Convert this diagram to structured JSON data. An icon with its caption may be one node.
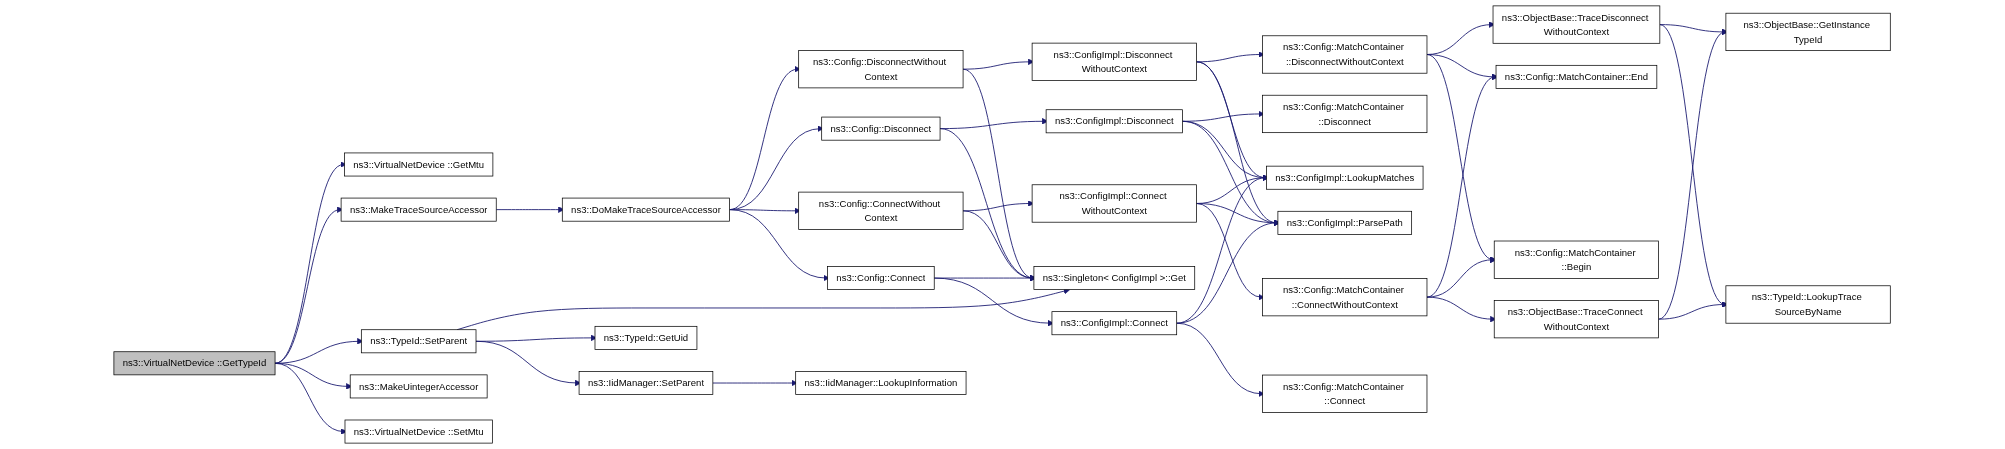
{
  "diagram": {
    "nodes": [
      {
        "text": [
          "ns3::VirtualNetDevice ::GetTypeId"
        ]
      },
      {
        "text": [
          "ns3::VirtualNetDevice ::GetMtu"
        ]
      },
      {
        "text": [
          "ns3::MakeTraceSourceAccessor"
        ]
      },
      {
        "text": [
          "ns3::TypeId::SetParent"
        ]
      },
      {
        "text": [
          "ns3::MakeUintegerAccessor"
        ]
      },
      {
        "text": [
          "ns3::VirtualNetDevice ::SetMtu"
        ]
      },
      {
        "text": [
          "ns3::DoMakeTraceSourceAccessor"
        ]
      },
      {
        "text": [
          "ns3::TypeId::GetUid"
        ]
      },
      {
        "text": [
          "ns3::IidManager::SetParent"
        ]
      },
      {
        "text": [
          "ns3::Config::DisconnectWithout Context"
        ]
      },
      {
        "text": [
          "ns3::Config::Disconnect"
        ]
      },
      {
        "text": [
          "ns3::Config::ConnectWithout Context"
        ]
      },
      {
        "text": [
          "ns3::Config::Connect"
        ]
      },
      {
        "text": [
          "ns3::IidManager::LookupInformation"
        ]
      },
      {
        "text": [
          "ns3::ConfigImpl::Disconnect WithoutContext"
        ]
      },
      {
        "text": [
          "ns3::ConfigImpl::Disconnect"
        ]
      },
      {
        "text": [
          "ns3::ConfigImpl::Connect WithoutContext"
        ]
      },
      {
        "text": [
          "ns3::Singleton< ConfigImpl >::Get"
        ]
      },
      {
        "text": [
          "ns3::ConfigImpl::Connect"
        ]
      },
      {
        "text": [
          "ns3::Config::MatchContainer ::DisconnectWithoutContext"
        ]
      },
      {
        "text": [
          "ns3::Config::MatchContainer ::Disconnect"
        ]
      },
      {
        "text": [
          "ns3::ConfigImpl::LookupMatches"
        ]
      },
      {
        "text": [
          "ns3::ConfigImpl::ParsePath"
        ]
      },
      {
        "text": [
          "ns3::Config::MatchContainer ::ConnectWithoutContext"
        ]
      },
      {
        "text": [
          "ns3::Config::MatchContainer ::Connect"
        ]
      },
      {
        "text": [
          "ns3::ObjectBase::TraceDisconnect WithoutContext"
        ]
      },
      {
        "text": [
          "ns3::Config::MatchContainer::End"
        ]
      },
      {
        "text": [
          "ns3::Config::MatchContainer ::Begin"
        ]
      },
      {
        "text": [
          "ns3::ObjectBase::TraceConnect WithoutContext"
        ]
      },
      {
        "text": [
          "ns3::ObjectBase::GetInstance TypeId"
        ]
      },
      {
        "text": [
          "ns3::TypeId::LookupTrace SourceByName"
        ]
      }
    ],
    "edges": [
      {
        "from": 0,
        "to": 1,
        "arrow": "to"
      },
      {
        "from": 0,
        "to": 2,
        "arrow": "to"
      },
      {
        "from": 0,
        "to": 3,
        "arrow": "to"
      },
      {
        "from": 0,
        "to": 4,
        "arrow": "to"
      },
      {
        "from": 0,
        "to": 5,
        "arrow": "to"
      },
      {
        "from": 2,
        "to": 6,
        "arrow": "to"
      },
      {
        "from": 3,
        "to": 17,
        "arrow": "to"
      },
      {
        "from": 3,
        "to": 7,
        "arrow": "to"
      },
      {
        "from": 3,
        "to": 8,
        "arrow": "to"
      },
      {
        "from": 6,
        "to": 9,
        "arrow": "to"
      },
      {
        "from": 6,
        "to": 10,
        "arrow": "to"
      },
      {
        "from": 6,
        "to": 11,
        "arrow": "to"
      },
      {
        "from": 6,
        "to": 12,
        "arrow": "to"
      },
      {
        "from": 8,
        "to": 13,
        "arrow": "to"
      },
      {
        "from": 9,
        "to": 14,
        "arrow": "to"
      },
      {
        "from": 9,
        "to": 17,
        "arrow": "to"
      },
      {
        "from": 10,
        "to": 15,
        "arrow": "to"
      },
      {
        "from": 10,
        "to": 17,
        "arrow": "to"
      },
      {
        "from": 11,
        "to": 16,
        "arrow": "to"
      },
      {
        "from": 11,
        "to": 17,
        "arrow": "to"
      },
      {
        "from": 12,
        "to": 17,
        "arrow": "to"
      },
      {
        "from": 12,
        "to": 18,
        "arrow": "to"
      },
      {
        "from": 14,
        "to": 19,
        "arrow": "to"
      },
      {
        "from": 14,
        "to": 21,
        "arrow": "to"
      },
      {
        "from": 14,
        "to": 22,
        "arrow": "to"
      },
      {
        "from": 15,
        "to": 20,
        "arrow": "to"
      },
      {
        "from": 15,
        "to": 21,
        "arrow": "to"
      },
      {
        "from": 15,
        "to": 22,
        "arrow": "to"
      },
      {
        "from": 16,
        "to": 21,
        "arrow": "to"
      },
      {
        "from": 16,
        "to": 22,
        "arrow": "to"
      },
      {
        "from": 16,
        "to": 23,
        "arrow": "to"
      },
      {
        "from": 18,
        "to": 21,
        "arrow": "to"
      },
      {
        "from": 18,
        "to": 22,
        "arrow": "to"
      },
      {
        "from": 18,
        "to": 24,
        "arrow": "to"
      },
      {
        "from": 19,
        "to": 25,
        "arrow": "to"
      },
      {
        "from": 19,
        "to": 26,
        "arrow": "to"
      },
      {
        "from": 19,
        "to": 27,
        "arrow": "to"
      },
      {
        "from": 23,
        "to": 26,
        "arrow": "to"
      },
      {
        "from": 23,
        "to": 27,
        "arrow": "to"
      },
      {
        "from": 23,
        "to": 28,
        "arrow": "to"
      },
      {
        "from": 25,
        "to": 29,
        "arrow": "to"
      },
      {
        "from": 25,
        "to": 30,
        "arrow": "to"
      },
      {
        "from": 28,
        "to": 29,
        "arrow": "to"
      },
      {
        "from": 28,
        "to": 30,
        "arrow": "to"
      }
    ]
  }
}
